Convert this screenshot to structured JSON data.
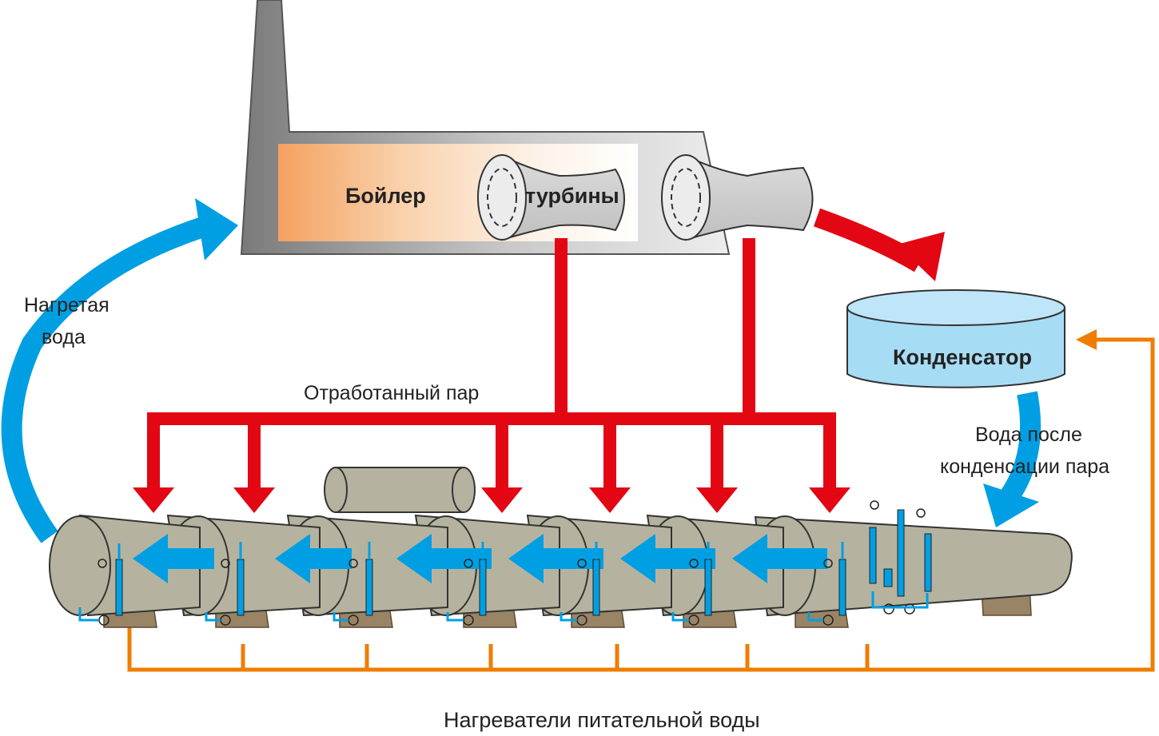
{
  "labels": {
    "boiler": "Бойлер",
    "turbines": "турбины",
    "condenser": "Конденсатор",
    "heated_water_line1": "Нагретая",
    "heated_water_line2": "вода",
    "exhaust_steam": "Отработанный пар",
    "condensed_water_line1": "Вода после",
    "condensed_water_line2": "конденсации пара",
    "feedwater_heaters": "Нагреватели питательной воды"
  },
  "colors": {
    "steam_red": "#e30613",
    "water_blue": "#009fe3",
    "feed_orange": "#ef7d00",
    "heater_body": "#b5b39f",
    "saddle_brown": "#9a8466",
    "chimney_gray": "#8c8c8c",
    "condenser_fill": "#a7dcf5"
  },
  "icons": [
    "chimney-icon",
    "turbine-icon",
    "condenser-tank-icon",
    "heater-vessel-icon",
    "valve-icon"
  ]
}
